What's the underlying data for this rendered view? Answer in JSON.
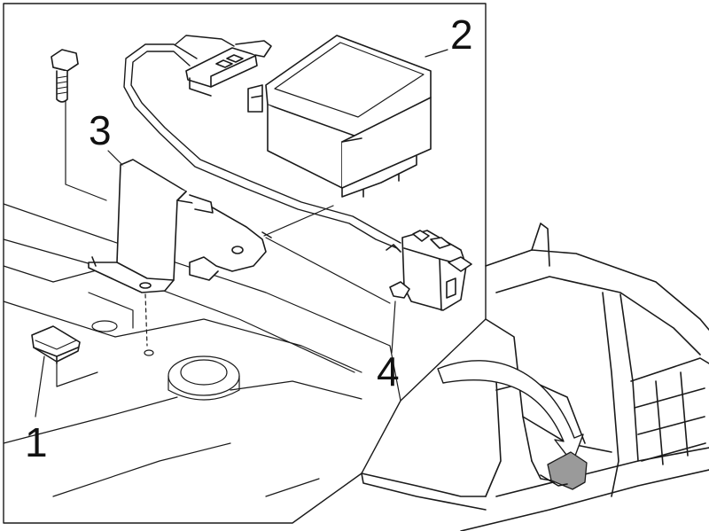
{
  "diagram": {
    "callouts": [
      {
        "id": "1",
        "label": "1"
      },
      {
        "id": "2",
        "label": "2"
      },
      {
        "id": "3",
        "label": "3"
      },
      {
        "id": "4",
        "label": "4"
      }
    ],
    "colors": {
      "line": "#1a1a1a",
      "fill": "#ffffff",
      "shade": "#e6e6e6",
      "highlight": "#9a9a9a"
    }
  }
}
